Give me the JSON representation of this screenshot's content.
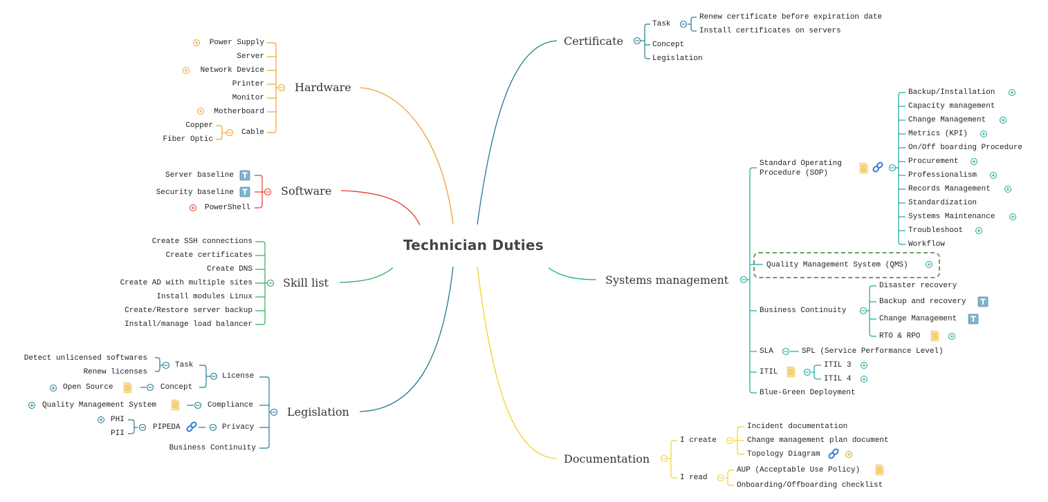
{
  "central_topic": "Technician Duties",
  "colors": {
    "hardware": "#f0a030",
    "software": "#e8382c",
    "skill_list": "#2eaa5a",
    "legislation": "#1f7a8c",
    "certificate": "#1f7a8c",
    "systems_management": "#16a89a",
    "documentation": "#f2d023",
    "note_icon": "#f7d887",
    "link_icon": "#2f7bd6",
    "text_icon": "#6aa4c8"
  },
  "branches": {
    "hardware": {
      "label": "Hardware",
      "children": [
        {
          "label": "Power Supply",
          "collapsed": true
        },
        {
          "label": "Server"
        },
        {
          "label": "Network Device",
          "collapsed": true
        },
        {
          "label": "Printer"
        },
        {
          "label": "Monitor"
        },
        {
          "label": "Motherboard",
          "collapsed": true
        },
        {
          "label": "Cable",
          "children": [
            {
              "label": "Copper"
            },
            {
              "label": "Fiber Optic"
            }
          ]
        }
      ]
    },
    "software": {
      "label": "Software",
      "children": [
        {
          "label": "Server baseline",
          "icon": "text-attachment-icon"
        },
        {
          "label": "Security baseline",
          "icon": "text-attachment-icon"
        },
        {
          "label": "PowerShell",
          "collapsed": true
        }
      ]
    },
    "skill_list": {
      "label": "Skill list",
      "children": [
        {
          "label": "Create SSH connections"
        },
        {
          "label": "Create certificates"
        },
        {
          "label": "Create DNS"
        },
        {
          "label": "Create AD with multiple sites"
        },
        {
          "label": "Install modules Linux"
        },
        {
          "label": "Create/Restore server backup"
        },
        {
          "label": "Install/manage load balancer"
        }
      ]
    },
    "legislation": {
      "label": "Legislation",
      "children": [
        {
          "label": "License",
          "children": [
            {
              "label": "Task",
              "children": [
                {
                  "label": "Detect unlicensed softwares"
                },
                {
                  "label": "Renew licenses"
                }
              ]
            },
            {
              "label": "Concept",
              "children": [
                {
                  "label": "Open Source",
                  "collapsed": true,
                  "icon": "note-icon"
                }
              ]
            }
          ]
        },
        {
          "label": "Compliance",
          "children": [
            {
              "label": "Quality Management System",
              "collapsed": true,
              "icon": "note-icon"
            }
          ]
        },
        {
          "label": "Privacy",
          "children": [
            {
              "label": "PIPEDA",
              "icon": "link-icon",
              "children": [
                {
                  "label": "PHI",
                  "collapsed": true
                },
                {
                  "label": "PII"
                }
              ]
            }
          ]
        },
        {
          "label": "Business Continuity"
        }
      ]
    },
    "certificate": {
      "label": "Certificate",
      "children": [
        {
          "label": "Task",
          "children": [
            {
              "label": "Renew certificate before expiration date"
            },
            {
              "label": "Install certificates on servers"
            }
          ]
        },
        {
          "label": "Concept"
        },
        {
          "label": "Legislation"
        }
      ]
    },
    "systems_management": {
      "label": "Systems management",
      "children": [
        {
          "label_line1": "Standard Operating",
          "label_line2": "Procedure (SOP)",
          "icons": [
            "note-icon",
            "link-icon"
          ],
          "children": [
            {
              "label": "Backup/Installation",
              "collapsed": true
            },
            {
              "label": "Capacity management"
            },
            {
              "label": "Change Management",
              "collapsed": true
            },
            {
              "label": "Metrics (KPI)",
              "collapsed": true
            },
            {
              "label": "On/Off boarding Procedure"
            },
            {
              "label": "Procurement",
              "collapsed": true
            },
            {
              "label": "Professionalism",
              "collapsed": true
            },
            {
              "label": "Records Management",
              "collapsed": true
            },
            {
              "label": "Standardization"
            },
            {
              "label": "Systems Maintenance",
              "collapsed": true
            },
            {
              "label": "Troubleshoot",
              "collapsed": true
            },
            {
              "label": "Workflow"
            }
          ]
        },
        {
          "label": "Quality Management System (QMS)",
          "collapsed": true,
          "selected": true
        },
        {
          "label": "Business Continuity",
          "children": [
            {
              "label": "Disaster recovery"
            },
            {
              "label": "Backup and recovery",
              "icon": "text-attachment-icon"
            },
            {
              "label": "Change Management",
              "icon": "text-attachment-icon"
            },
            {
              "label": "RTO & RPO",
              "icon": "note-icon",
              "collapsed": true
            }
          ]
        },
        {
          "label": "SLA",
          "children": [
            {
              "label": "SPL (Service Performance Level)"
            }
          ]
        },
        {
          "label": "ITIL",
          "icon": "note-icon",
          "children": [
            {
              "label": "ITIL 3",
              "collapsed": true
            },
            {
              "label": "ITIL 4",
              "collapsed": true
            }
          ]
        },
        {
          "label": "Blue-Green Deployment"
        }
      ]
    },
    "documentation": {
      "label": "Documentation",
      "children": [
        {
          "label": "I create",
          "children": [
            {
              "label": "Incident documentation"
            },
            {
              "label": "Change management plan document"
            },
            {
              "label": "Topology Diagram",
              "icon": "link-icon",
              "collapsed": true
            }
          ]
        },
        {
          "label": "I read",
          "children": [
            {
              "label": "AUP (Acceptable Use Policy)",
              "icon": "note-icon"
            },
            {
              "label": "Onboarding/Offboarding checklist"
            }
          ]
        }
      ]
    }
  }
}
